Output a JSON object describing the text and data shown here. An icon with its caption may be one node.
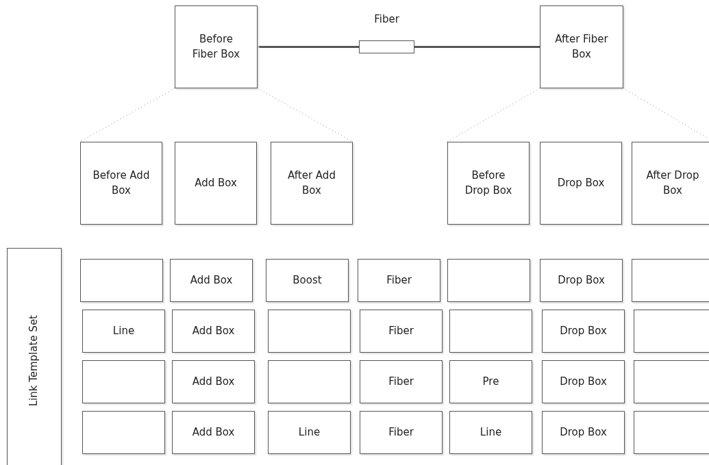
{
  "diagram": {
    "nodes": [
      {
        "text": [
          "Before Fiber Box"
        ]
      },
      {
        "text": [
          "Fiber"
        ]
      },
      {
        "text": [
          "After Fiber Box"
        ]
      },
      {
        "text": [
          "Before Add Box"
        ]
      },
      {
        "text": [
          "Add Box"
        ]
      },
      {
        "text": [
          "After Add Box"
        ]
      },
      {
        "text": [
          "Before Drop Box"
        ]
      },
      {
        "text": [
          "Drop Box"
        ]
      },
      {
        "text": [
          "After Drop Box"
        ]
      },
      {
        "text": [
          "Link Template Set"
        ]
      },
      {
        "text": [],
        "shape": "box"
      },
      {
        "text": [
          "Add Box"
        ]
      },
      {
        "text": [
          "Boost"
        ]
      },
      {
        "text": [
          "Fiber"
        ]
      },
      {
        "text": [],
        "shape": "box"
      },
      {
        "text": [
          "Drop Box"
        ]
      },
      {
        "text": [],
        "shape": "box"
      },
      {
        "text": [
          "Line"
        ]
      },
      {
        "text": [
          "Add Box"
        ]
      },
      {
        "text": [],
        "shape": "box"
      },
      {
        "text": [
          "Fiber"
        ]
      },
      {
        "text": [],
        "shape": "box"
      },
      {
        "text": [
          "Drop Box"
        ]
      },
      {
        "text": [],
        "shape": "box"
      },
      {
        "text": [],
        "shape": "box"
      },
      {
        "text": [
          "Add Box"
        ]
      },
      {
        "text": [],
        "shape": "box"
      },
      {
        "text": [
          "Fiber"
        ]
      },
      {
        "text": [
          "Pre"
        ]
      },
      {
        "text": [
          "Drop Box"
        ]
      },
      {
        "text": [],
        "shape": "box"
      },
      {
        "text": [],
        "shape": "box"
      },
      {
        "text": [
          "Add Box"
        ]
      },
      {
        "text": [
          "Line"
        ]
      },
      {
        "text": [
          "Fiber"
        ]
      },
      {
        "text": [
          "Line"
        ]
      },
      {
        "text": [
          "Drop Box"
        ]
      },
      {
        "text": [],
        "shape": "box"
      }
    ],
    "edges": [
      {
        "from": 0,
        "to": 1,
        "arrow": "none",
        "style": "thick"
      },
      {
        "from": 1,
        "to": 2,
        "arrow": "none",
        "style": "thick"
      },
      {
        "from": 0,
        "to": 3,
        "arrow": "none",
        "style": "dashed"
      },
      {
        "from": 0,
        "to": 5,
        "arrow": "none",
        "style": "dashed"
      },
      {
        "from": 2,
        "to": 6,
        "arrow": "none",
        "style": "dashed"
      },
      {
        "from": 2,
        "to": 8,
        "arrow": "none",
        "style": "dashed"
      }
    ]
  }
}
